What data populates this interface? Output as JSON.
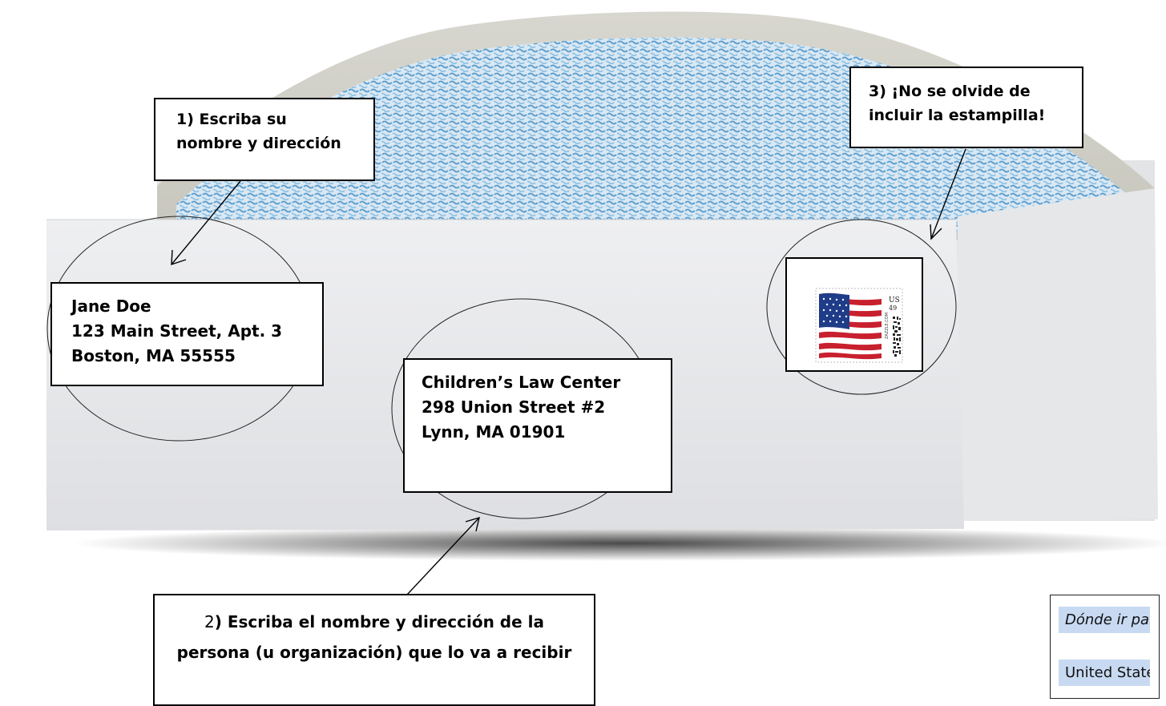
{
  "callouts": {
    "step1": {
      "line1": "1) Escriba su",
      "line2": "nombre y dirección"
    },
    "step2": {
      "line1_prefix": "2",
      "line1_rest": ") Escriba el nombre y dirección de la",
      "line2": "persona (u organización) que lo va a recibir"
    },
    "step3": {
      "line1": "3) ¡No se olvide de",
      "line2": "incluir la estampilla!"
    }
  },
  "sender": {
    "name": "Jane Doe",
    "street": "123 Main Street, Apt. 3",
    "city": "Boston, MA 55555"
  },
  "recipient": {
    "name": "Children’s Law Center",
    "street": "298 Union Street #2",
    "city": "Lynn, MA 01901"
  },
  "stamp": {
    "country": "US",
    "denomination": "49",
    "side_text": "ZAZZLE.COM",
    "flag_colors": {
      "red": "#c8202e",
      "blue": "#1f3c88",
      "white": "#ffffff"
    }
  },
  "side_panel": {
    "heading": "Dónde ir para enviar correo:",
    "item": "United States Postal Services"
  },
  "colors": {
    "envelope": "#e9eaec",
    "envelope_shadow": "#9a9a9a",
    "lining": "#7fb2d8",
    "highlight": "#c8daf2"
  }
}
